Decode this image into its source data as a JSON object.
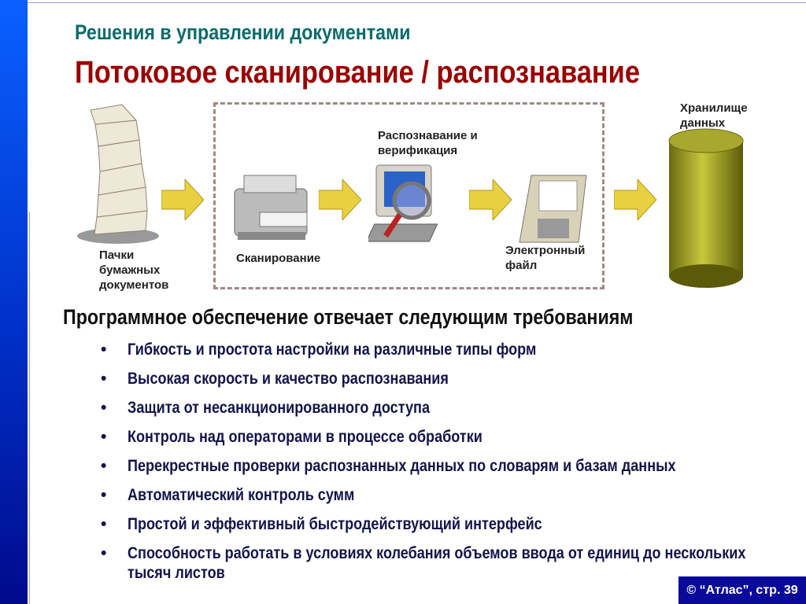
{
  "header": {
    "subtitle": "Решения в управлении документами",
    "title": "Потоковое сканирование / распознавание"
  },
  "diagram": {
    "paper_stack": "Пачки бумажных документов",
    "scanning": "Сканирование",
    "recognition": "Распознавание и верификация",
    "electronic_file": "Электронный файл",
    "storage": "Хранилище данных"
  },
  "requirements": {
    "heading": "Программное обеспечение отвечает следующим требованиям",
    "items": [
      "Гибкость и простота настройки на различные типы форм",
      "Высокая скорость и качество распознавания",
      "Защита от несанкционированного доступа",
      "Контроль над операторами в процессе обработки",
      "Перекрестные проверки распознанных данных по словарям и базам данных",
      "Автоматический контроль сумм",
      "Простой и эффективный быстродействующий интерфейс",
      "Способность работать в условиях колебания объемов ввода от единиц до нескольких тысяч листов"
    ],
    "bullet": "•"
  },
  "footer": {
    "text": "© “Атлас”, стр.  39"
  }
}
